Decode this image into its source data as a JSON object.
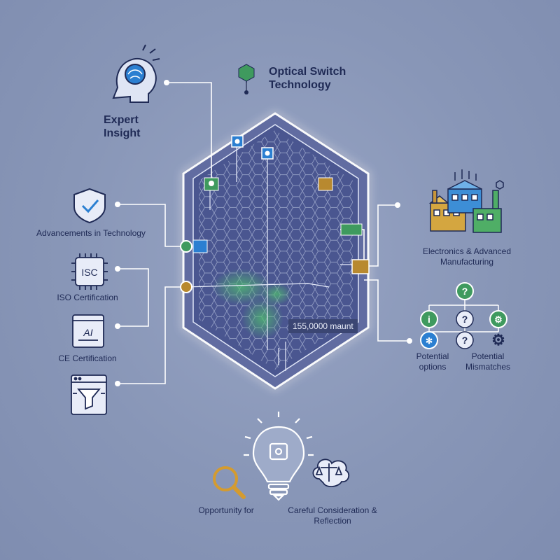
{
  "title": "Optical Switch Technology",
  "expert": "Expert Insight",
  "left_items": [
    {
      "label": "Advancements in Technology",
      "icon": "shield-check-icon"
    },
    {
      "label": "ISO Certification",
      "icon": "iso-chip-icon"
    },
    {
      "label": "CE Certification",
      "icon": "ai-document-icon"
    },
    {
      "label": "",
      "icon": "funnel-window-icon"
    }
  ],
  "right_top": "Electronics & Advanced Manufacturing",
  "options_label": "Potential options",
  "mismatch_label": "Potential Mismatches",
  "chip_readout": "155,0000 maunt",
  "bottom_left": "Opportunity for",
  "bottom_right": "Careful Consideration & Reflection",
  "colors": {
    "green": "#3f9a5e",
    "blue": "#2b7fd1",
    "gold": "#b8892f",
    "ink": "#1f2a55",
    "line": "#ffffff"
  }
}
